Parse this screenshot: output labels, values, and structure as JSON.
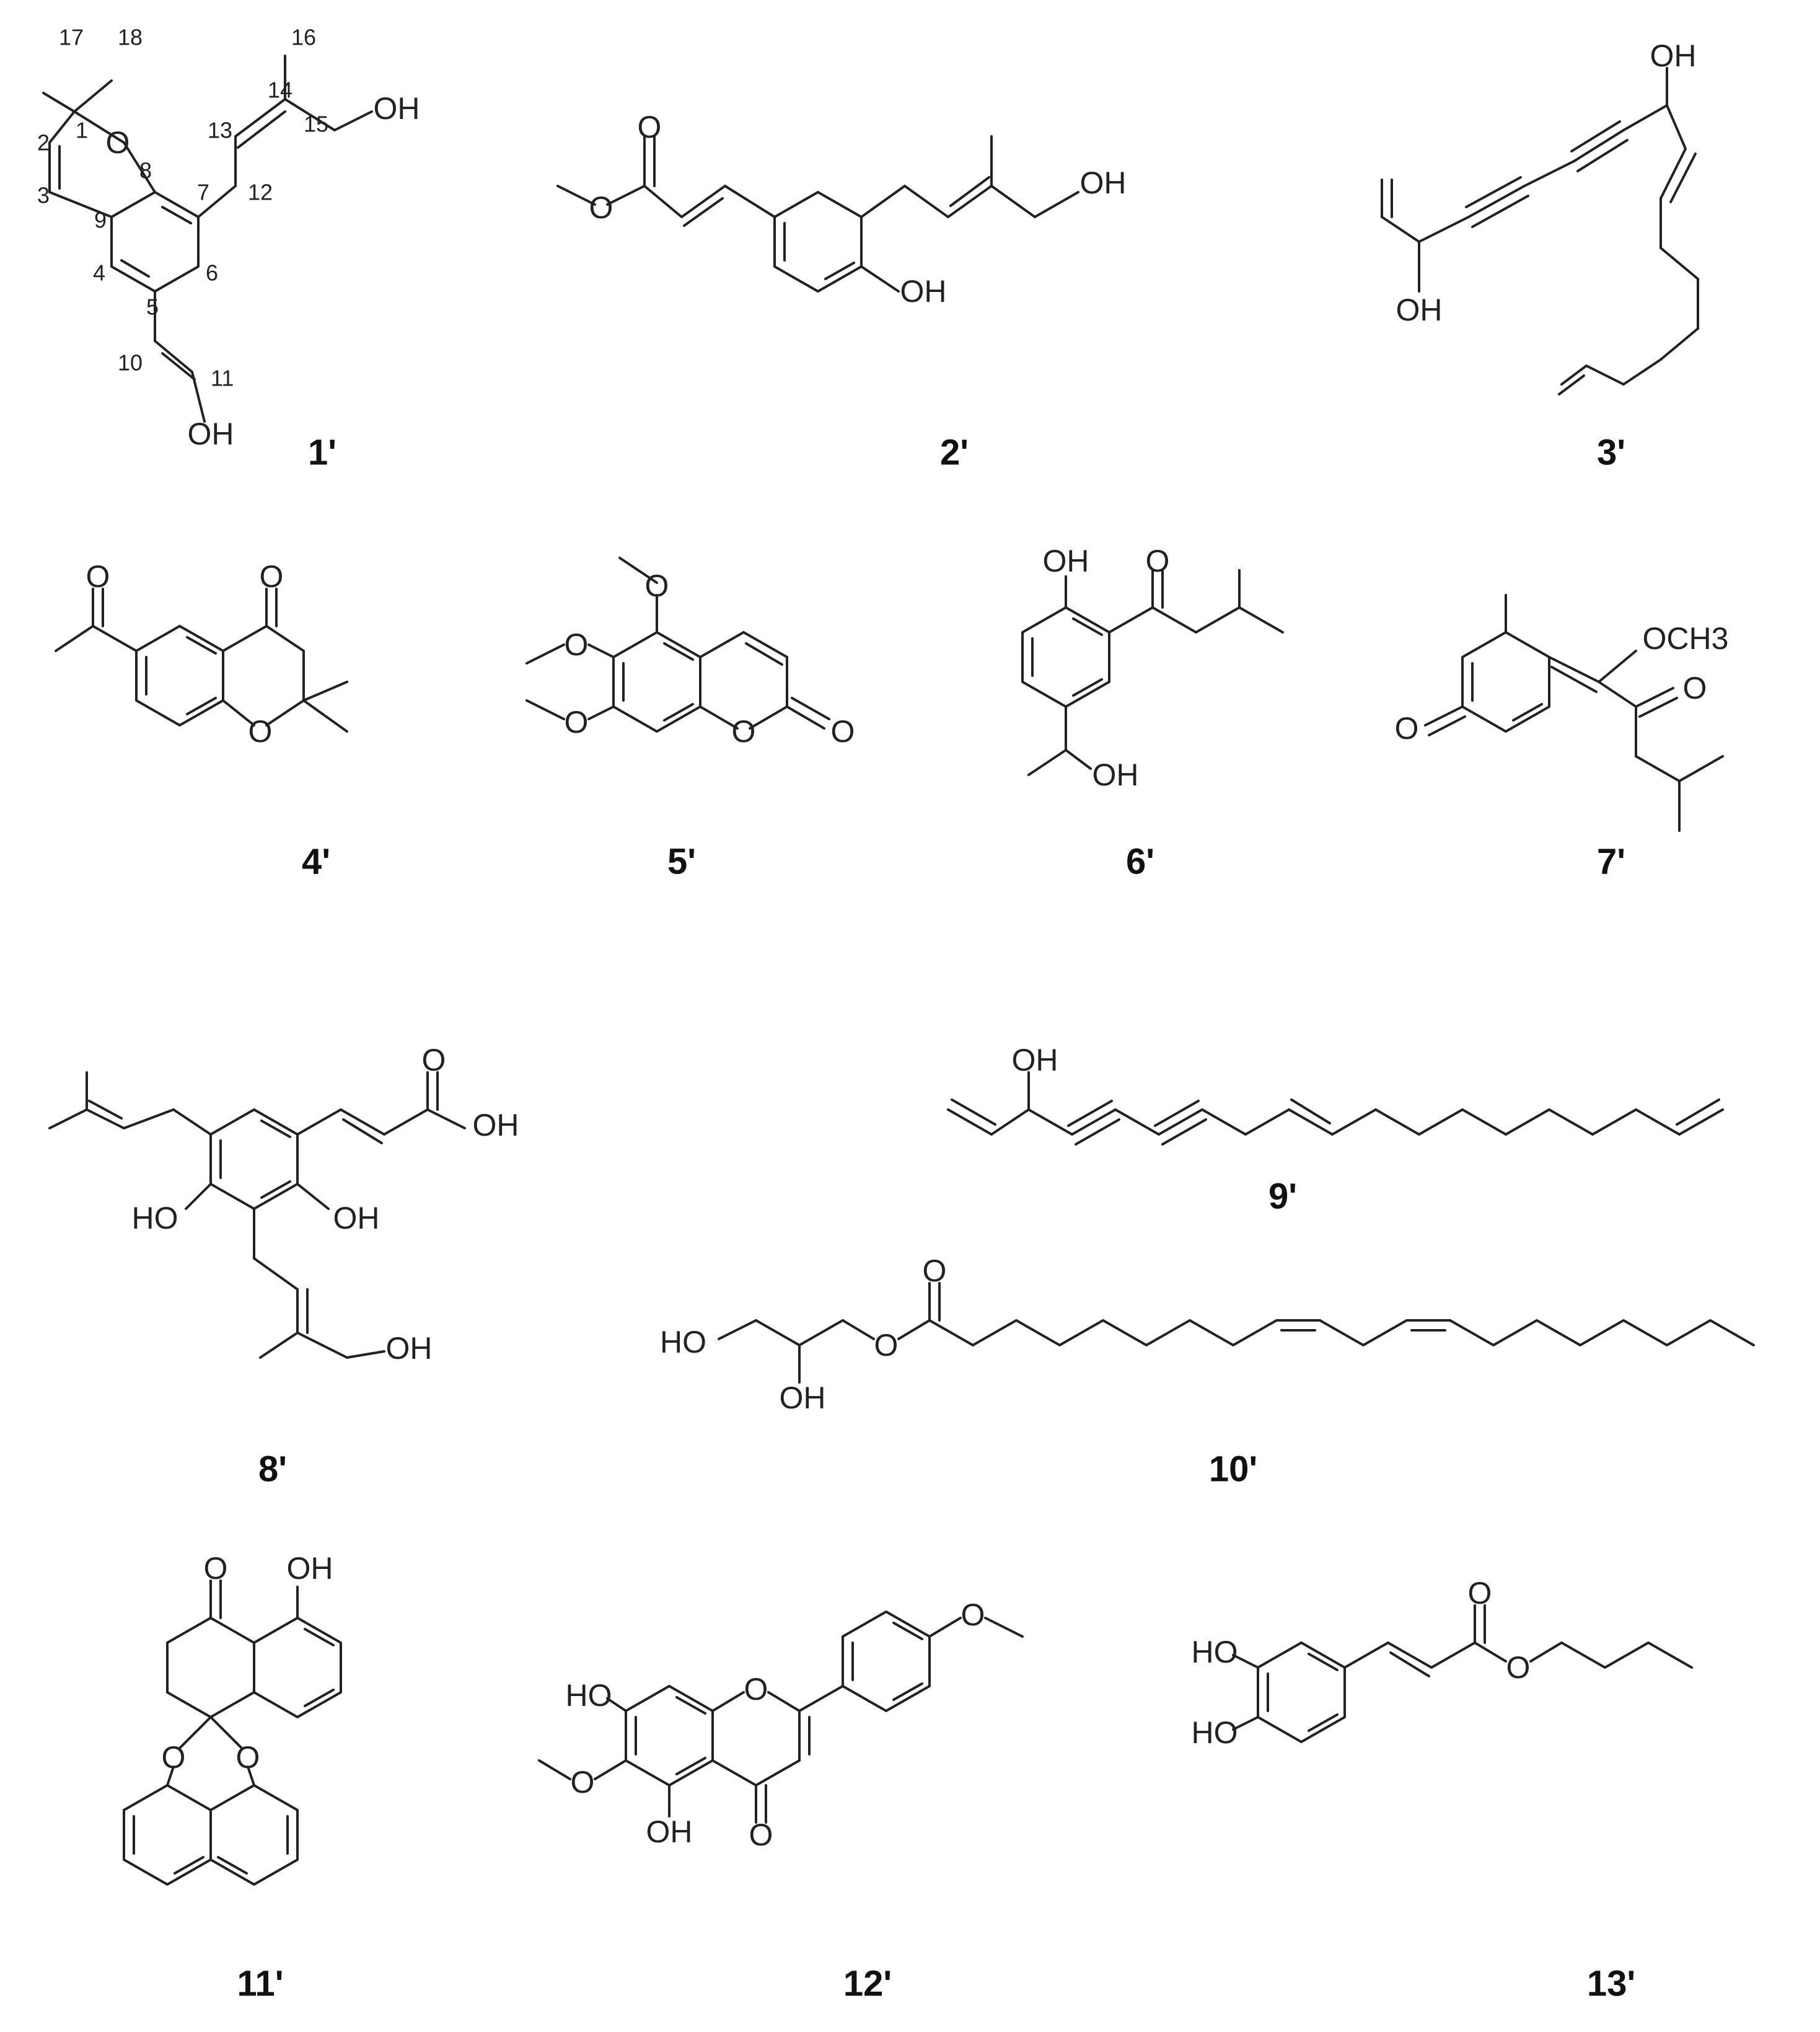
{
  "compounds": [
    {
      "id": "1'"
    },
    {
      "id": "2'"
    },
    {
      "id": "3'"
    },
    {
      "id": "4'"
    },
    {
      "id": "5'"
    },
    {
      "id": "6'"
    },
    {
      "id": "7'"
    },
    {
      "id": "8'"
    },
    {
      "id": "9'"
    },
    {
      "id": "10'"
    },
    {
      "id": "11'"
    },
    {
      "id": "12'"
    },
    {
      "id": "13'"
    }
  ],
  "atoms": {
    "O": "O",
    "OH": "OH",
    "HO": "HO",
    "OCH3": "OCH3"
  },
  "atom_numbers_1": [
    "1",
    "2",
    "3",
    "4",
    "5",
    "6",
    "7",
    "8",
    "9",
    "10",
    "11",
    "12",
    "13",
    "14",
    "15",
    "16",
    "17",
    "18"
  ]
}
